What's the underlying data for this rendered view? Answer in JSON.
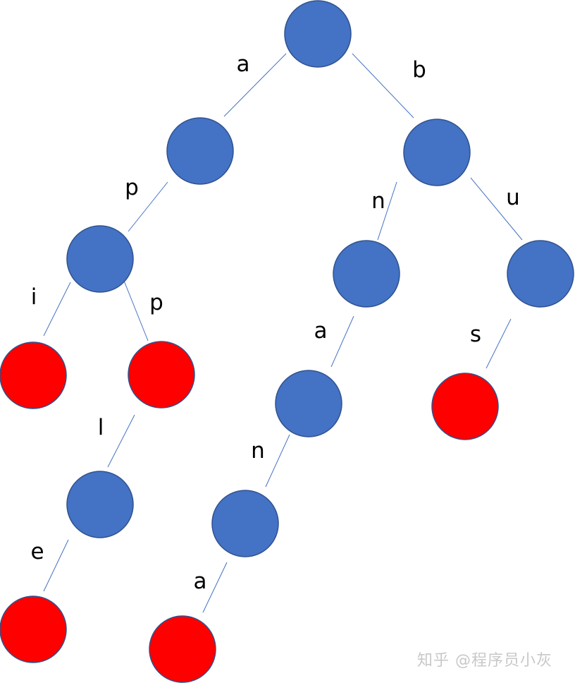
{
  "colors": {
    "internal_node": "#4472c4",
    "terminal_node": "#ff0000",
    "edge": "#4472c4",
    "label": "#000000",
    "watermark": "#c8c8c8"
  },
  "nodes": [
    {
      "id": "root",
      "terminal": false
    },
    {
      "id": "a",
      "terminal": false
    },
    {
      "id": "ap",
      "terminal": false
    },
    {
      "id": "api",
      "terminal": true
    },
    {
      "id": "app",
      "terminal": true
    },
    {
      "id": "appl",
      "terminal": false
    },
    {
      "id": "apple",
      "terminal": true
    },
    {
      "id": "b",
      "terminal": false
    },
    {
      "id": "bn",
      "terminal": false
    },
    {
      "id": "bna",
      "terminal": false
    },
    {
      "id": "bnan",
      "terminal": false
    },
    {
      "id": "bnana",
      "terminal": true
    },
    {
      "id": "bu",
      "terminal": false
    },
    {
      "id": "bus",
      "terminal": true
    }
  ],
  "edges": [
    {
      "from": "root",
      "to": "a",
      "label": "a"
    },
    {
      "from": "root",
      "to": "b",
      "label": "b"
    },
    {
      "from": "a",
      "to": "ap",
      "label": "p"
    },
    {
      "from": "ap",
      "to": "api",
      "label": "i"
    },
    {
      "from": "ap",
      "to": "app",
      "label": "p"
    },
    {
      "from": "app",
      "to": "appl",
      "label": "l"
    },
    {
      "from": "appl",
      "to": "apple",
      "label": "e"
    },
    {
      "from": "b",
      "to": "bn",
      "label": "n"
    },
    {
      "from": "b",
      "to": "bu",
      "label": "u"
    },
    {
      "from": "bn",
      "to": "bna",
      "label": "a"
    },
    {
      "from": "bna",
      "to": "bnan",
      "label": "n"
    },
    {
      "from": "bnan",
      "to": "bnana",
      "label": "a"
    },
    {
      "from": "bu",
      "to": "bus",
      "label": "s"
    }
  ],
  "watermark": {
    "text": "知乎 @程序员小灰"
  }
}
